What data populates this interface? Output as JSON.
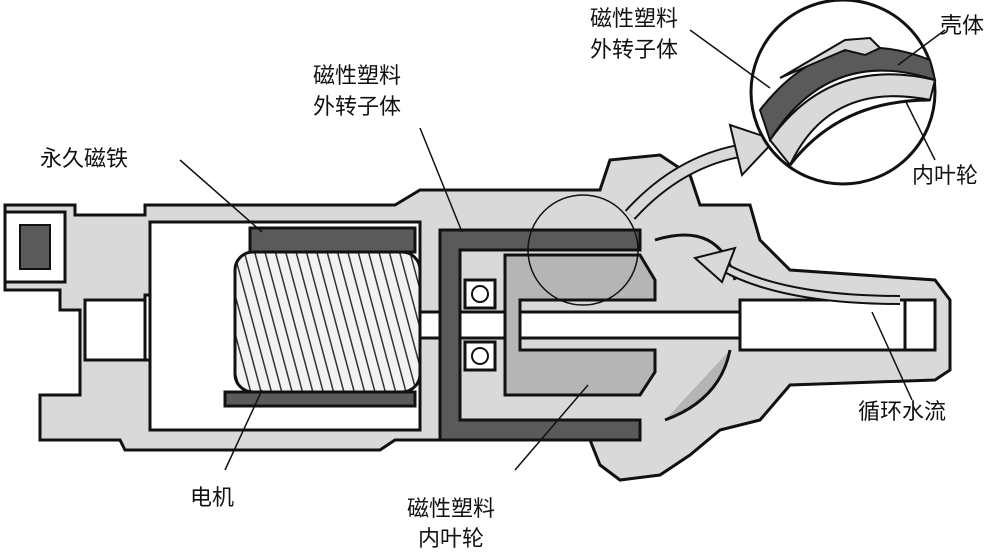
{
  "labels": {
    "permanent_magnet": "永久磁铁",
    "rotor_top_line1": "磁性塑料",
    "rotor_top_line2": "外转子体",
    "rotor_zoom_line1": "磁性塑料",
    "rotor_zoom_line2": "外转子体",
    "housing": "壳体",
    "inner_impeller_zoom": "内叶轮",
    "circulating_flow": "循环水流",
    "motor": "电机",
    "impeller_bottom_line1": "磁性塑料",
    "impeller_bottom_line2": "内叶轮"
  },
  "colors": {
    "housing_fill": "#d9d9d9",
    "dark_part": "#5a5a5a",
    "light_part": "#b5b5b5",
    "stroke": "#111111"
  }
}
